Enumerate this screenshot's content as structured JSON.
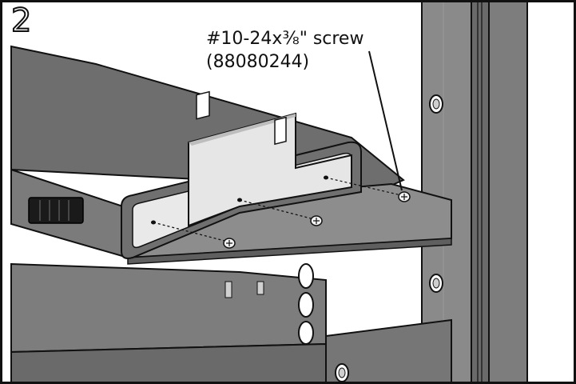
{
  "step": {
    "number": "2"
  },
  "callout": {
    "line1": "#10-24x⅜\" screw",
    "line2": "(88080244)"
  },
  "colors": {
    "frame": "#111111",
    "metal_dark": "#6f6f6f",
    "metal_mid": "#8c8c8c",
    "metal_light": "#b5b5b5",
    "bracket": "#e6e6e6",
    "background": "#ffffff"
  }
}
